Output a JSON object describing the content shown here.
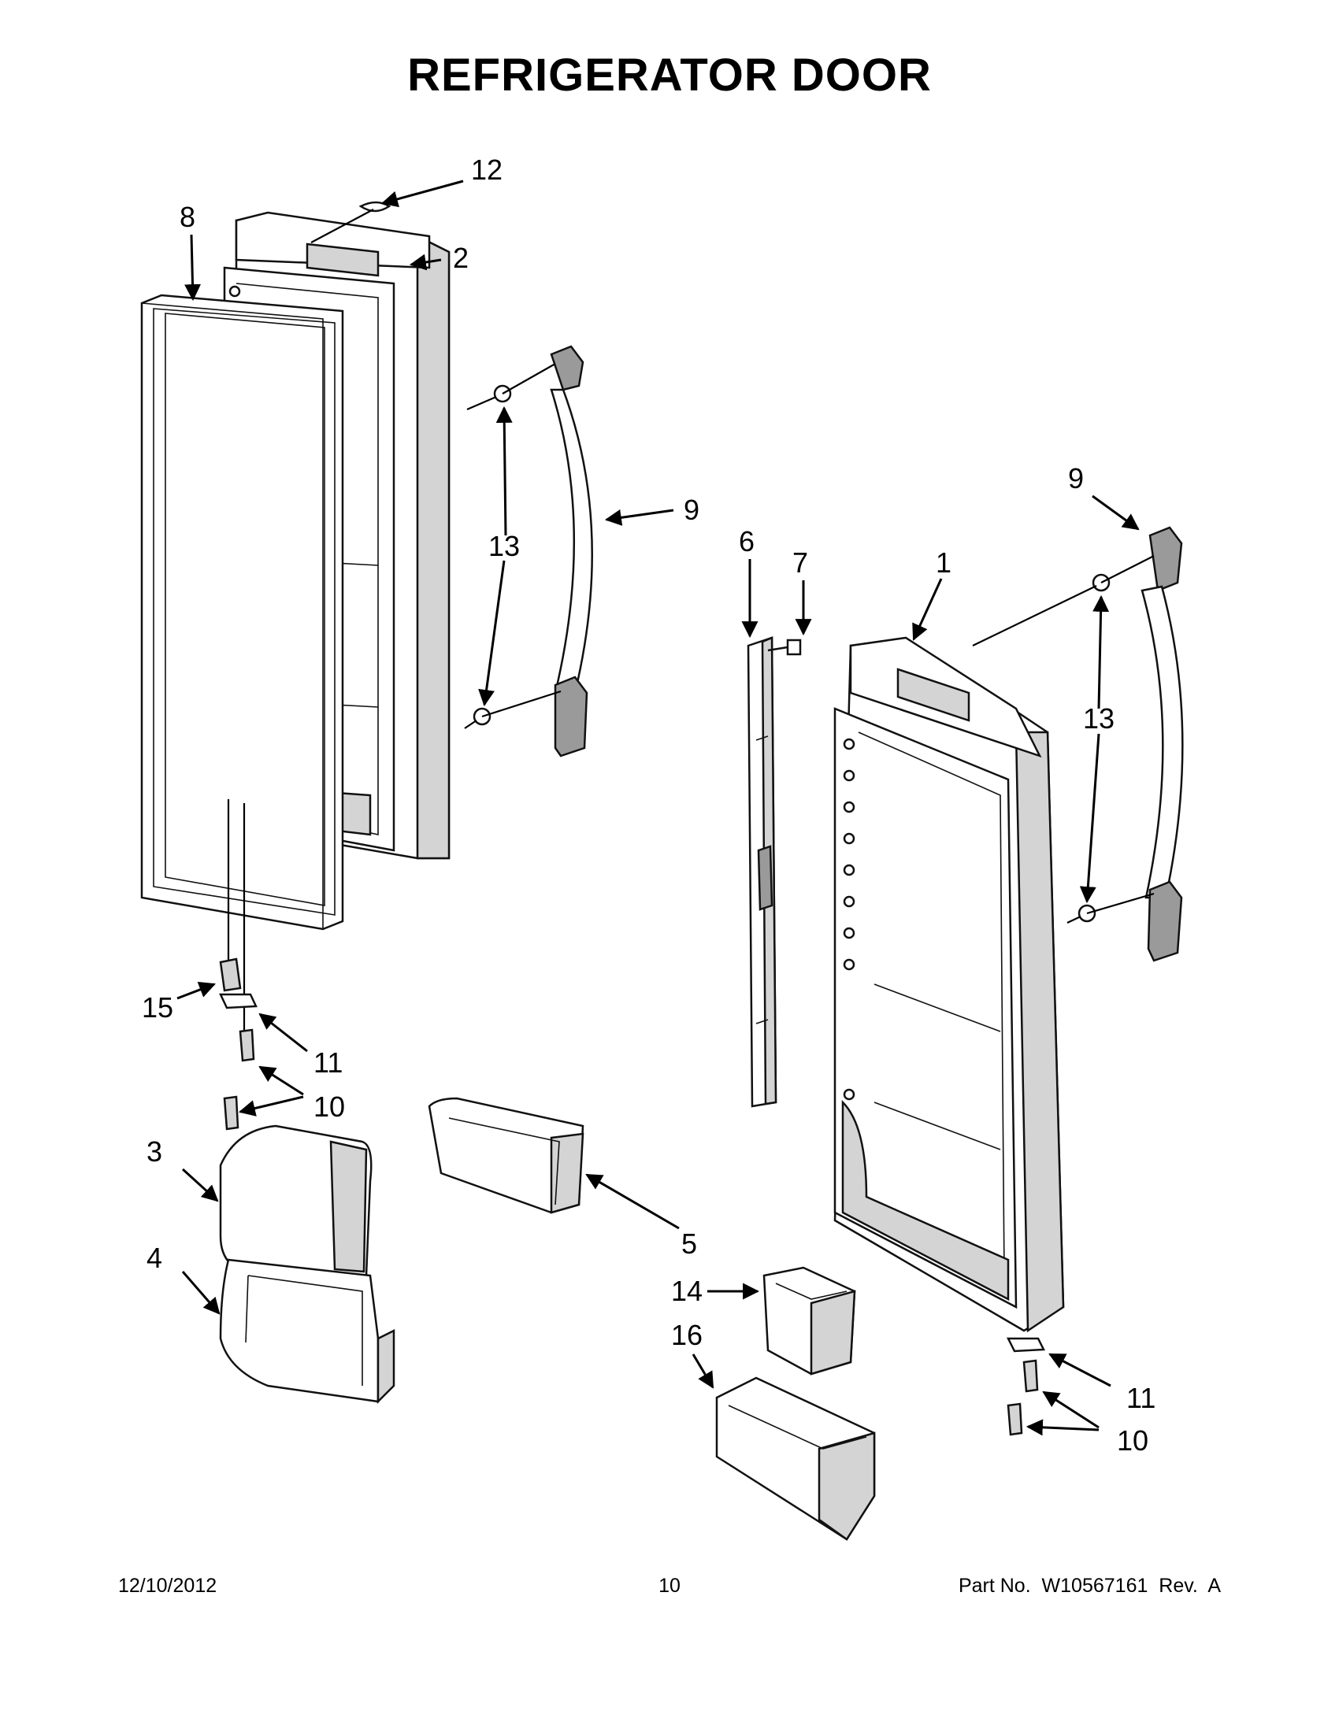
{
  "title": "REFRIGERATOR DOOR",
  "footer": {
    "date": "12/10/2012",
    "page": "10",
    "part_no": "Part No.  W10567161  Rev.  A"
  },
  "callouts": {
    "c1": "1",
    "c2": "2",
    "c3": "3",
    "c4": "4",
    "c5": "5",
    "c6": "6",
    "c7": "7",
    "c8": "8",
    "c9a": "9",
    "c9b": "9",
    "c10a": "10",
    "c10b": "10",
    "c11a": "11",
    "c11b": "11",
    "c12": "12",
    "c13a": "13",
    "c13b": "13",
    "c14": "14",
    "c15": "15",
    "c16": "16"
  }
}
